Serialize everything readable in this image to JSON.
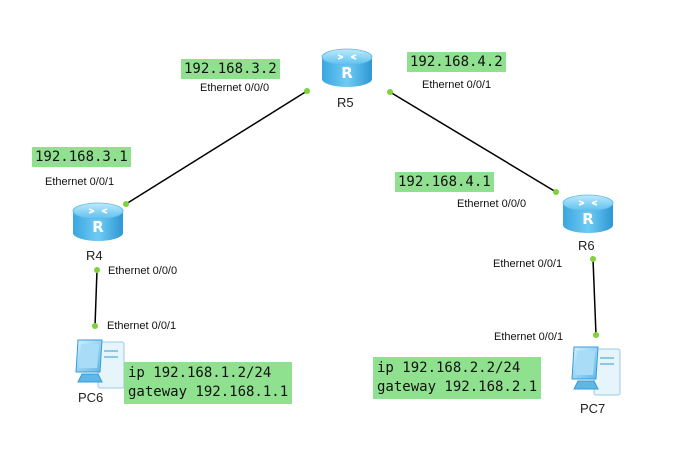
{
  "devices": {
    "r5": {
      "name": "R5"
    },
    "r4": {
      "name": "R4"
    },
    "r6": {
      "name": "R6"
    },
    "pc6": {
      "name": "PC6"
    },
    "pc7": {
      "name": "PC7"
    }
  },
  "links": {
    "r4_r5": {
      "r4_port": "Ethernet 0/0/1",
      "r4_ip": "192.168.3.1",
      "r5_port": "Ethernet 0/0/0",
      "r5_ip": "192.168.3.2"
    },
    "r5_r6": {
      "r5_port": "Ethernet 0/0/1",
      "r5_ip": "192.168.4.2",
      "r6_port": "Ethernet 0/0/0",
      "r6_ip": "192.168.4.1"
    },
    "r4_pc6": {
      "r4_port": "Ethernet 0/0/0",
      "pc6_port": "Ethernet 0/0/1"
    },
    "r6_pc7": {
      "r6_port": "Ethernet 0/0/1",
      "pc7_port": "Ethernet 0/0/1"
    }
  },
  "pc6_config": {
    "ip": "ip 192.168.1.2/24",
    "gateway": "gateway 192.168.1.1"
  },
  "pc7_config": {
    "ip": "ip 192.168.2.2/24",
    "gateway": "gateway 192.168.2.1"
  },
  "colors": {
    "label_bg": "#8fe08f",
    "port_dot": "#7dd33c",
    "link": "#000000",
    "router": "#4fb8ea"
  }
}
